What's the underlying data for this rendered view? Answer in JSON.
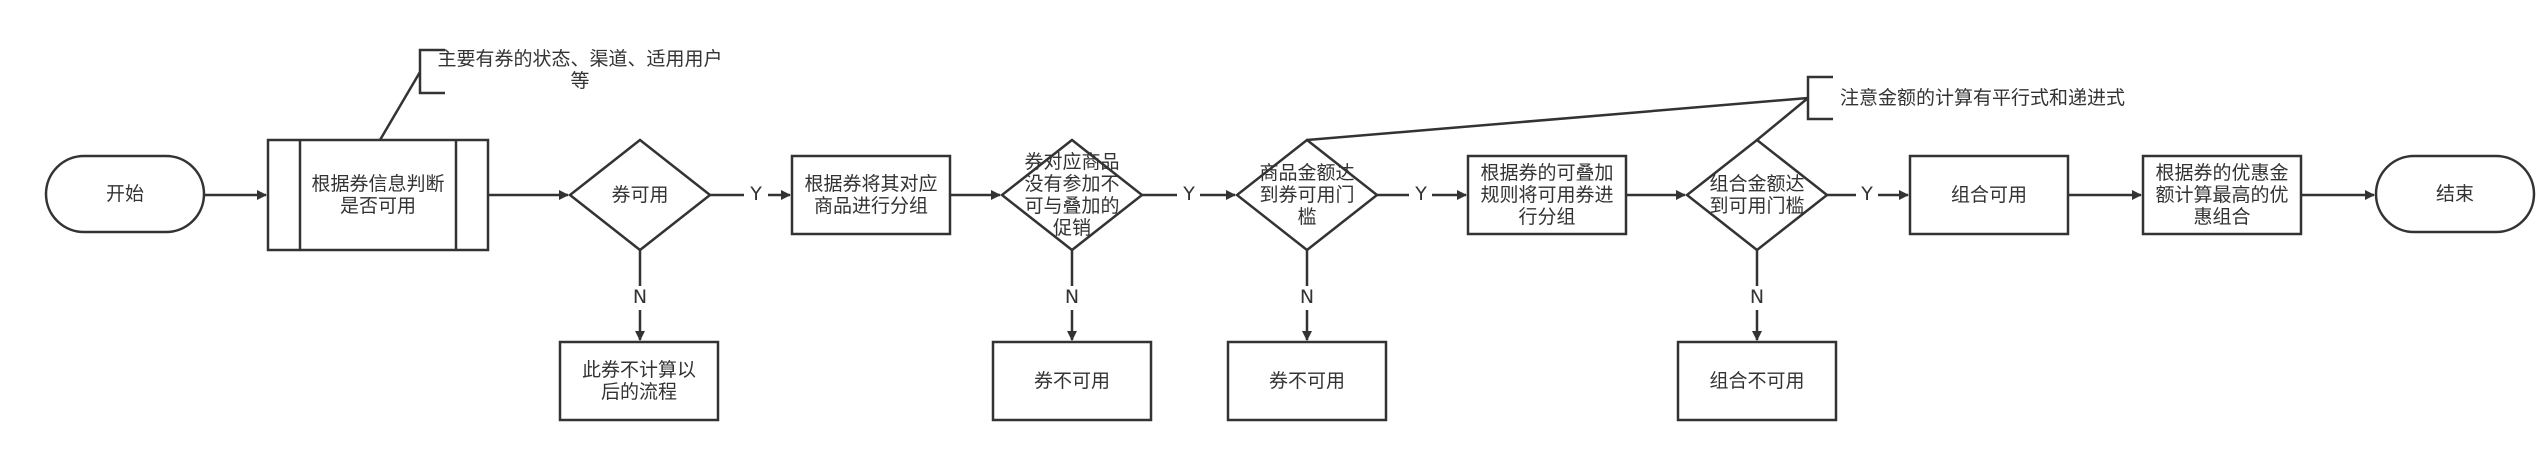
{
  "nodes": {
    "start": "开始",
    "judge": "根据券信息判断是否可用",
    "coupon_usable": "券可用",
    "group_by_product": "根据券将其对应商品进行分组",
    "product_not_promo": "券对应商品没有参加不可与叠加的促销",
    "amount_reach": "商品金额达到券可用门槛",
    "group_by_rule": "根据券的可叠加规则将可用券进行分组",
    "combo_reach": "组合金额达到可用门槛",
    "combo_usable": "组合可用",
    "best_combo": "根据券的优惠金额计算最高的优惠组合",
    "end": "结束",
    "no_calc": "此券不计算以后的流程",
    "unusable_1": "券不可用",
    "unusable_2": "券不可用",
    "combo_unusable": "组合不可用"
  },
  "notes": {
    "note_status": "主要有券的状态、渠道、适用用户等",
    "note_amount": "注意金额的计算有平行式和递进式"
  },
  "edge_labels": {
    "yes": "Y",
    "no": "N"
  },
  "colors": {
    "stroke": "#333333",
    "fill": "#ffffff",
    "text": "#333333"
  }
}
